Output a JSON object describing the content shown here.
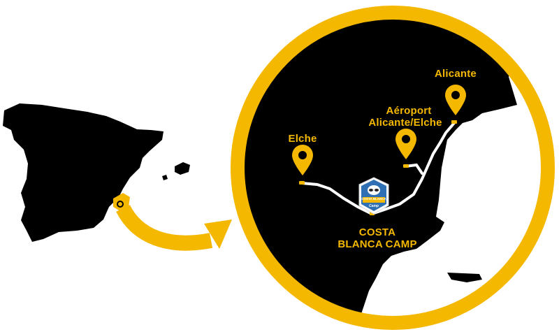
{
  "colors": {
    "accent": "#f5b800",
    "land": "#000000",
    "sea": "#ffffff",
    "route": "#ffffff",
    "badge_blue": "#2f6fb3"
  },
  "icons": {
    "pin": "map-pin-icon",
    "arrow": "curved-arrow-icon",
    "logo": "raccoon-badge-logo"
  },
  "map": {
    "overview_region": "Spain",
    "locations": {
      "alicante": "Alicante",
      "airport_line1": "Aéroport",
      "airport_line2": "Alicante/Elche",
      "elche": "Elche",
      "camp_line1": "COSTA",
      "camp_line2": "BLANCA CAMP"
    },
    "logo": {
      "text_line1": "COSTA BLANCA",
      "text_line2": "Camp"
    }
  }
}
